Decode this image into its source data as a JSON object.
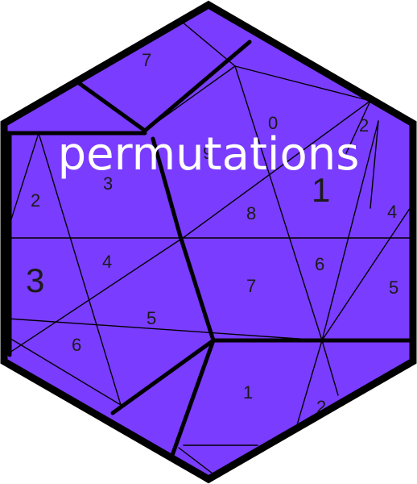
{
  "logo": {
    "title": "permutations",
    "fill_color": "#7a3cff",
    "edge_color": "#000000",
    "text_color": "#ffffff",
    "labels": {
      "n7top": "7",
      "n0": "0",
      "n2right": "2",
      "n9": "9",
      "n3upper": "3",
      "n2left": "2",
      "n1big": "1",
      "n8": "8",
      "n4right": "4",
      "n4mid": "4",
      "n3big": "3",
      "n6right": "6",
      "n7mid": "7",
      "n5right": "5",
      "n5mid": "5",
      "n6left": "6",
      "n1bottom": "1",
      "n2bottom": "2"
    }
  }
}
